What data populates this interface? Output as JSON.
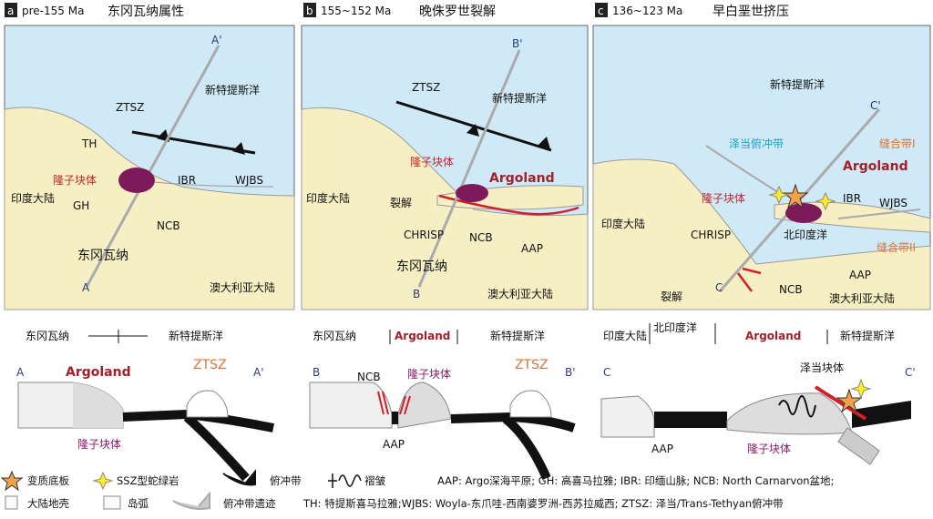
{
  "panels": [
    {
      "letter": "a",
      "age": "pre-155 Ma",
      "title": "东冈瓦纳属性",
      "map_labels": {
        "a_end": "A'",
        "ztsz": "ZTSZ",
        "ocean": "新特提斯洋",
        "th": "TH",
        "longzi": "隆子块体",
        "ibr": "IBR",
        "wjbs": "WJBS",
        "gh": "GH",
        "india": "印度大陆",
        "ncb": "NCB",
        "gondwana": "东冈瓦纳",
        "a": "A",
        "australia": "澳大利亚大陆"
      },
      "section_header": {
        "left": "东冈瓦纳",
        "right": "新特提斯洋"
      },
      "section": {
        "start": "A",
        "end": "A'",
        "argoland": "Argoland",
        "ztsz": "ZTSZ",
        "longzi": "隆子块体"
      }
    },
    {
      "letter": "b",
      "age": "155~152 Ma",
      "title": "晚侏罗世裂解",
      "map_labels": {
        "b_end": "B'",
        "ztsz": "ZTSZ",
        "ocean": "新特提斯洋",
        "longzi": "隆子块体",
        "argoland": "Argoland",
        "india": "印度大陆",
        "rift": "裂解",
        "chrisp": "CHRISP",
        "ncb": "NCB",
        "aap": "AAP",
        "gondwana": "东冈瓦纳",
        "b": "B",
        "australia": "澳大利亚大陆"
      },
      "section_header": {
        "left": "东冈瓦纳",
        "middle": "Argoland",
        "right": "新特提斯洋"
      },
      "section": {
        "start": "B",
        "end": "B'",
        "ncb": "NCB",
        "longzi": "隆子块体",
        "ztsz": "ZTSZ",
        "aap": "AAP"
      }
    },
    {
      "letter": "c",
      "age": "136~123 Ma",
      "title": "早白垩世挤压",
      "map_labels": {
        "ocean": "新特提斯洋",
        "c_end": "C'",
        "zedang_sz": "泽当俯冲带",
        "suture1": "缝合带I",
        "argoland": "Argoland",
        "longzi": "隆子块体",
        "ibr": "IBR",
        "wjbs": "WJBS",
        "suture2": "缝合带II",
        "india": "印度大陆",
        "chrisp": "CHRISP",
        "n_indian": "北印度洋",
        "aap": "AAP",
        "ncb": "NCB",
        "rift": "裂解",
        "c": "C",
        "australia": "澳大利亚大陆"
      },
      "section_header": {
        "left": "印度大陆",
        "left2": "北印度洋",
        "middle": "Argoland",
        "right": "新特提斯洋"
      },
      "section": {
        "start": "C",
        "end": "C'",
        "zedang": "泽当块体",
        "aap": "AAP",
        "longzi": "隆子块体"
      }
    }
  ],
  "legend": {
    "row1": [
      "变质底板",
      "SSZ型蛇绿岩",
      "俯冲带",
      "褶皱"
    ],
    "abbr1": "AAP: Argo深海平原; GH: 高喜马拉雅; IBR: 印缅山脉; NCB: North Carnarvon盆地;",
    "row2": [
      "大陆地壳",
      "岛弧",
      "俯冲带遗迹"
    ],
    "abbr2": "TH: 特提斯喜马拉雅;WJBS: Woyla-东爪哇-西南婆罗洲-西苏拉威西; ZTSZ: 泽当/Trans-Tethyan俯冲带"
  },
  "colors": {
    "ocean": "#cfe9f7",
    "land": "#f7efc4",
    "longzi": "#7d1a5a",
    "argoland": "#a3202a",
    "rift": "#d21f2a"
  }
}
